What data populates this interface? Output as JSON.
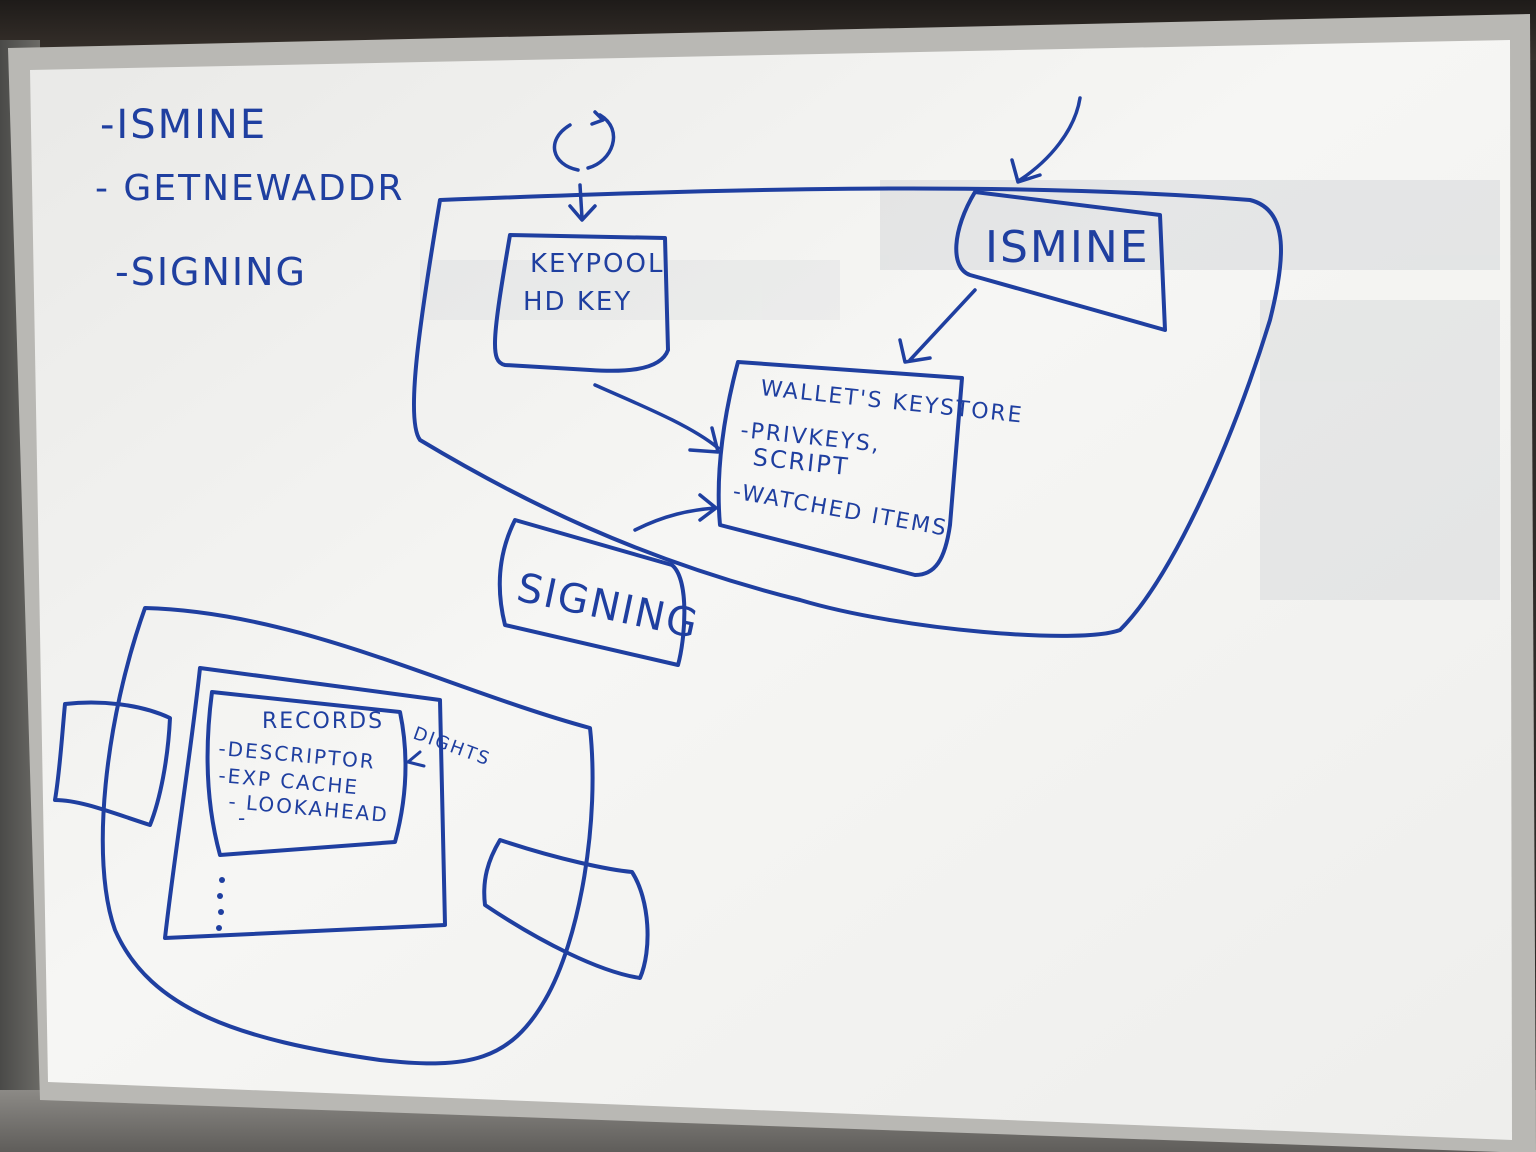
{
  "colors": {
    "marker": "#1f3fa0",
    "board": "#f4f4f2",
    "frame": "#b8b8b4"
  },
  "notes": {
    "line1": "-ISMINE",
    "line2": "- GETNEWADDR",
    "line3": "-SIGNING"
  },
  "keypool_box": {
    "line1": "KEYPOOL",
    "line2": "HD KEY"
  },
  "ismine_box": {
    "label": "ISMINE"
  },
  "keystore_box": {
    "title": "WALLET'S KEYSTORE",
    "item1": "-PRIVKEYS,",
    "item2": "SCRIPT",
    "item3": "-WATCHED ITEMS"
  },
  "signing_box": {
    "label": "SIGNING"
  },
  "records_box": {
    "title": "RECORDS",
    "item1": "-DESCRIPTOR",
    "item2": "-EXP CACHE",
    "item3": "- LOOKAHEAD",
    "item4": "-"
  },
  "side_note": {
    "label": "DIGHTS"
  }
}
